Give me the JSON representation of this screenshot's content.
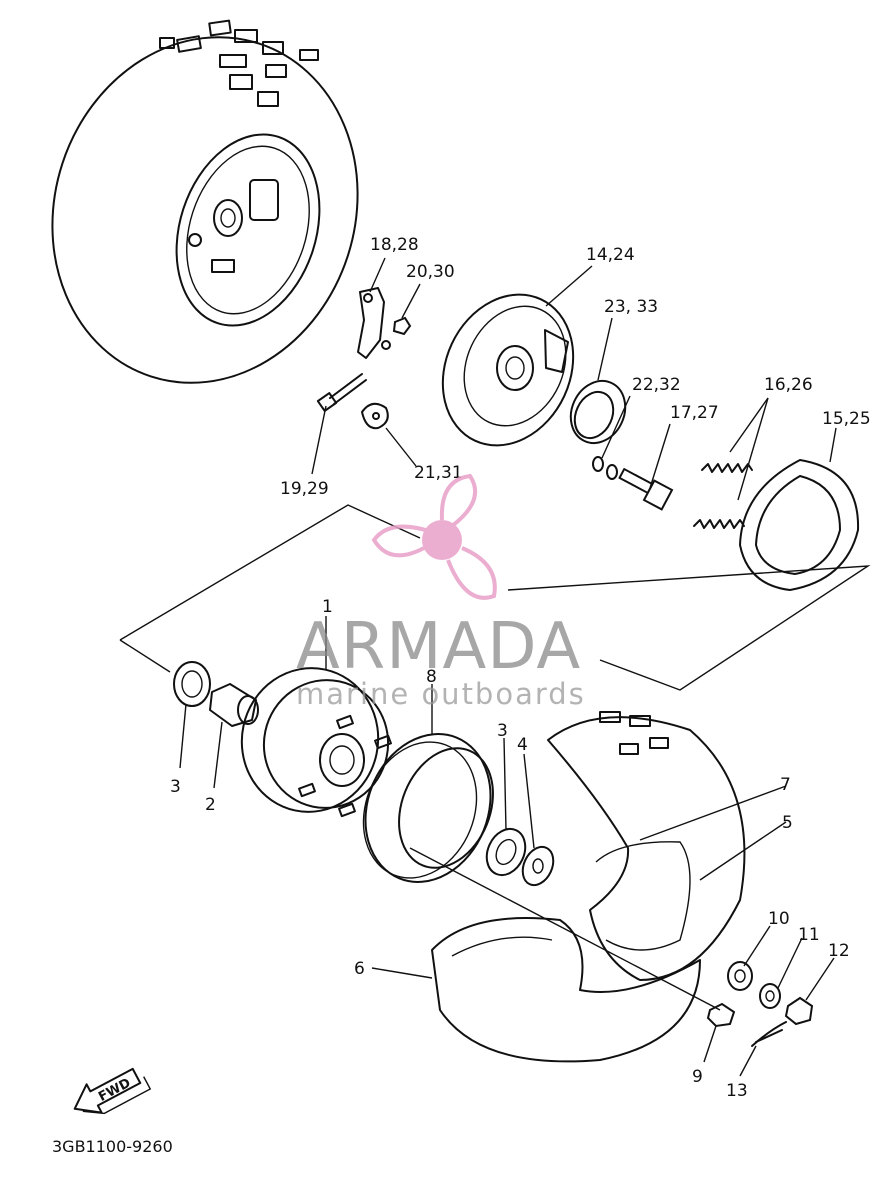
{
  "diagram": {
    "part_labels": {
      "p1": "1",
      "p2": "2",
      "p3a": "3",
      "p3b": "3",
      "p4": "4",
      "p5": "5",
      "p6": "6",
      "p7": "7",
      "p8": "8",
      "p9": "9",
      "p10": "10",
      "p11": "11",
      "p12": "12",
      "p13": "13",
      "p14": "14,24",
      "p15": "15,25",
      "p16": "16,26",
      "p17": "17,27",
      "p18": "18,28",
      "p19": "19,29",
      "p20": "20,30",
      "p21": "21,31",
      "p22": "22,32",
      "p23": "23, 33"
    },
    "direction_label": "FWD",
    "drawing_code": "3GB1100-9260"
  },
  "watermark": {
    "brand": "ARMADA",
    "tagline": "marine outboards",
    "logo_color": "#e8a0c8",
    "text_color": "#8a8a8a"
  }
}
